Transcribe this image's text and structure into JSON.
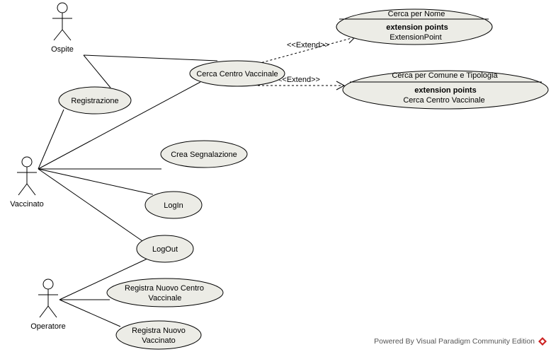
{
  "actors": {
    "ospite": "Ospite",
    "vaccinato": "Vaccinato",
    "operatore": "Operatore"
  },
  "use_cases": {
    "registrazione": "Registrazione",
    "cerca_centro": "Cerca Centro Vaccinale",
    "crea_segnalazione": "Crea Segnalazione",
    "login": "LogIn",
    "logout": "LogOut",
    "registra_centro_line1": "Registra Nuovo Centro",
    "registra_centro_line2": "Vaccinale",
    "registra_vaccinato_line1": "Registra Nuovo",
    "registra_vaccinato_line2": "Vaccinato",
    "cerca_nome": {
      "name": "Cerca per Nome",
      "ep_title": "extension points",
      "ep_value": "ExtensionPoint"
    },
    "cerca_comune": {
      "name": "Cerca per Comune e Tipologia",
      "ep_title": "extension points",
      "ep_value": "Cerca Centro Vaccinale"
    }
  },
  "relations": {
    "extend_1": "<<Extend>>",
    "extend_2": "<<Extend>>"
  },
  "colors": {
    "use_case_fill": "#ecece6",
    "watermark_logo": "#cc2222"
  },
  "watermark": "Powered By Visual Paradigm Community Edition"
}
